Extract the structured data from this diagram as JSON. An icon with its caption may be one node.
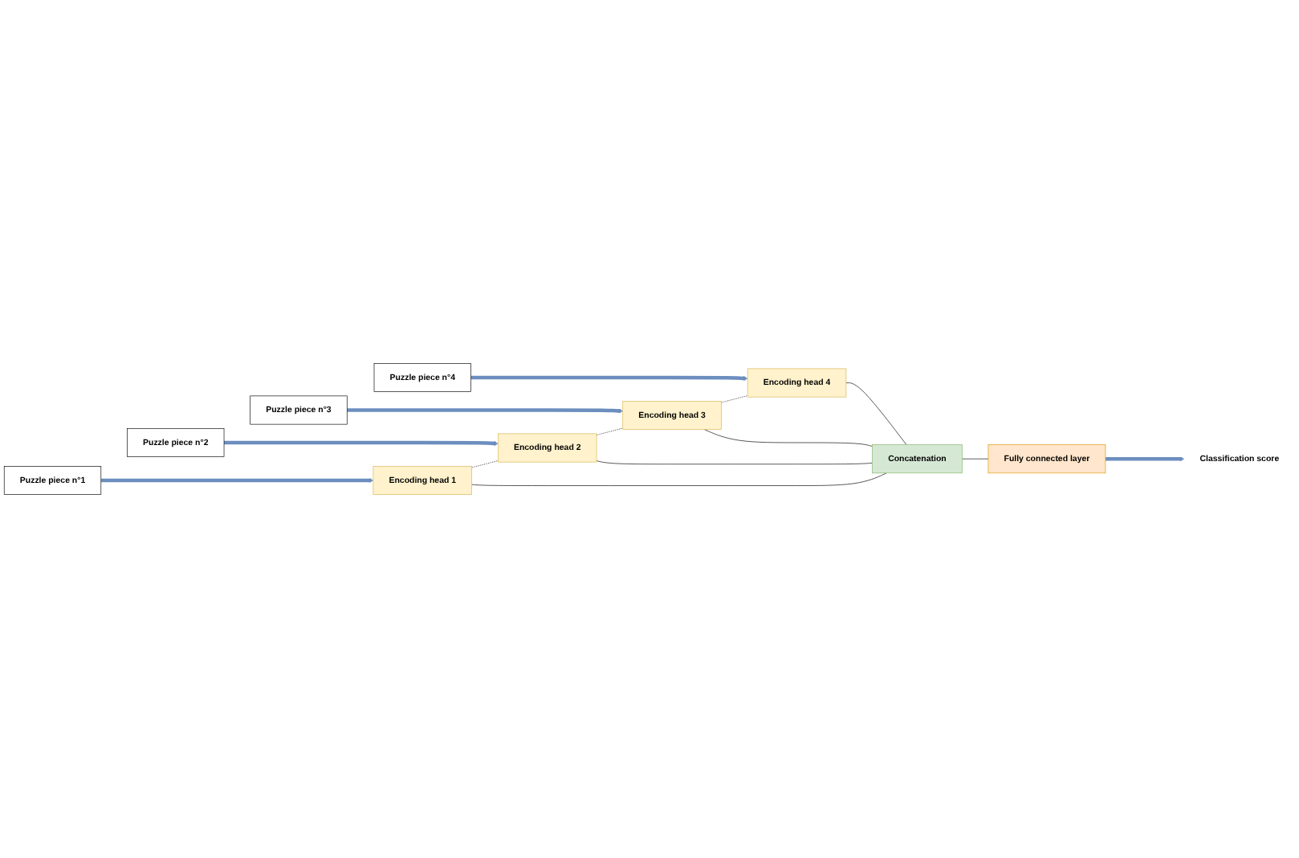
{
  "diagram": {
    "nodes": [
      {
        "text": [
          "Puzzle piece n°1"
        ]
      },
      {
        "text": [
          "Puzzle piece n°2"
        ]
      },
      {
        "text": [
          "Puzzle piece n°3"
        ]
      },
      {
        "text": [
          "Puzzle piece n°4"
        ]
      },
      {
        "text": [
          "Encoding head 1"
        ]
      },
      {
        "text": [
          "Encoding head 2"
        ]
      },
      {
        "text": [
          "Encoding head 3"
        ]
      },
      {
        "text": [
          "Encoding head 4"
        ]
      },
      {
        "text": [
          "Concatenation"
        ]
      },
      {
        "text": [
          "Fully connected layer"
        ]
      },
      {
        "text": [
          "Classification score"
        ]
      }
    ],
    "edges": [
      {
        "from": 0,
        "to": 4,
        "arrow": "to",
        "style": "thick",
        "color": "#6c8ebf"
      },
      {
        "from": 1,
        "to": 5,
        "arrow": "to",
        "style": "thick",
        "color": "#6c8ebf"
      },
      {
        "from": 2,
        "to": 6,
        "arrow": "to",
        "style": "thick",
        "color": "#6c8ebf"
      },
      {
        "from": 3,
        "to": 7,
        "arrow": "to",
        "style": "thick",
        "color": "#6c8ebf"
      },
      {
        "from": 4,
        "to": 5,
        "arrow": "none",
        "style": "dashed"
      },
      {
        "from": 5,
        "to": 6,
        "arrow": "none",
        "style": "dashed"
      },
      {
        "from": 6,
        "to": 7,
        "arrow": "none",
        "style": "dashed"
      },
      {
        "from": 4,
        "to": 8,
        "arrow": "none"
      },
      {
        "from": 5,
        "to": 8,
        "arrow": "none"
      },
      {
        "from": 6,
        "to": 8,
        "arrow": "none"
      },
      {
        "from": 7,
        "to": 8,
        "arrow": "none"
      },
      {
        "from": 8,
        "to": 9,
        "arrow": "none"
      },
      {
        "from": 9,
        "to": 10,
        "arrow": "to",
        "style": "thick",
        "color": "#6c8ebf"
      }
    ]
  }
}
